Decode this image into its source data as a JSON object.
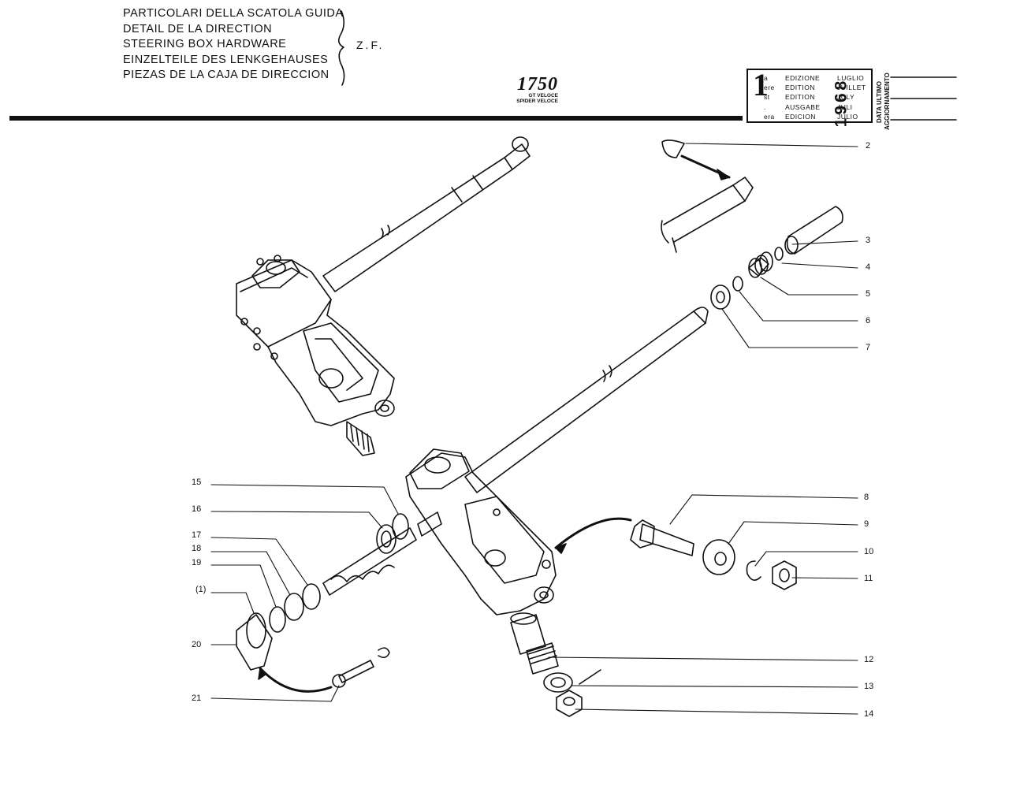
{
  "header": {
    "title_lines": [
      "PARTICOLARI DELLA SCATOLA GUIDA",
      "DETAIL DE LA DIRECTION",
      "STEERING BOX HARDWARE",
      "EINZELTEILE DES LENKGEHAUSES",
      "PIEZAS DE LA CAJA DE DIRECCION"
    ],
    "variant_code": "Z.F.",
    "model_number": "1750",
    "model_lines": [
      "GT VELOCE",
      "SPIDER VELOCE"
    ]
  },
  "edition": {
    "number": "1",
    "suffixes": [
      "a",
      "ere",
      "st",
      ".",
      "era"
    ],
    "labels": [
      "EDIZIONE",
      "EDITION",
      "EDITION",
      "AUSGABE",
      "EDICION"
    ],
    "year": "1968",
    "months": [
      "LUGLIO",
      "JUILLET",
      "JULY",
      "JULI",
      "JULIO"
    ],
    "side_labels": [
      "DATA ULTIMO",
      "AGGIORNAMENTO"
    ]
  },
  "callouts": {
    "c1": "(1)",
    "c2": "2",
    "c3": "3",
    "c4": "4",
    "c5": "5",
    "c6": "6",
    "c7": "7",
    "c8": "8",
    "c9": "9",
    "c10": "10",
    "c11": "11",
    "c12": "12",
    "c13": "13",
    "c14": "14",
    "c15": "15",
    "c16": "16",
    "c17": "17",
    "c18": "18",
    "c19": "19",
    "c20": "20",
    "c21": "21"
  }
}
